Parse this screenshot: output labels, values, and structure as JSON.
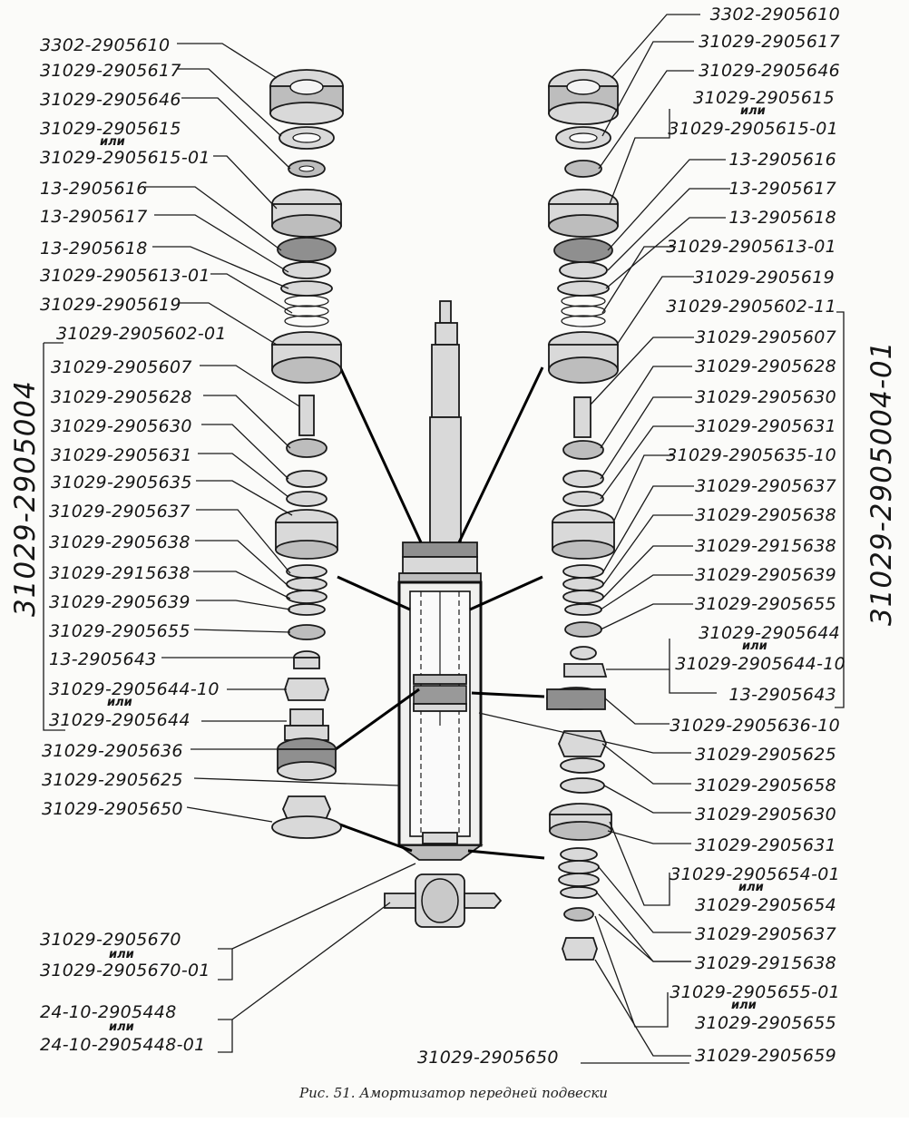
{
  "caption": "Рис. 51. Амортизатор передней подвески",
  "ili": "или",
  "assembly_left": "31029-2905004",
  "assembly_right": "31029-2905004-01",
  "left_labels": [
    "3302-2905610",
    "31029-2905617",
    "31029-2905646",
    "31029-2905615",
    "31029-2905615-01",
    "13-2905616",
    "13-2905617",
    "13-2905618",
    "31029-2905613-01",
    "31029-2905619",
    "31029-2905602-01",
    "31029-2905607",
    "31029-2905628",
    "31029-2905630",
    "31029-2905631",
    "31029-2905635",
    "31029-2905637",
    "31029-2905638",
    "31029-2915638",
    "31029-2905639",
    "31029-2905655",
    "13-2905643",
    "31029-2905644-10",
    "31029-2905644",
    "31029-2905636",
    "31029-2905625",
    "31029-2905650"
  ],
  "right_labels": [
    "3302-2905610",
    "31029-2905617",
    "31029-2905646",
    "31029-2905615",
    "31029-2905615-01",
    "13-2905616",
    "13-2905617",
    "13-2905618",
    "31029-2905613-01",
    "31029-2905619",
    "31029-2905602-11",
    "31029-2905607",
    "31029-2905628",
    "31029-2905630",
    "31029-2905631",
    "31029-2905635-10",
    "31029-2905637",
    "31029-2905638",
    "31029-2915638",
    "31029-2905639",
    "31029-2905655",
    "31029-2905644",
    "31029-2905644-10",
    "13-2905643",
    "31029-2905636-10",
    "31029-2905625",
    "31029-2905658",
    "31029-2905630",
    "31029-2905631",
    "31029-2905654-01",
    "31029-2905654",
    "31029-2905637",
    "31029-2915638",
    "31029-2905655-01",
    "31029-2905655",
    "31029-2905659"
  ],
  "bottom_left_labels": [
    "31029-2905670",
    "31029-2905670-01",
    "24-10-2905448",
    "24-10-2905448-01"
  ],
  "bottom_center_label": "31029-2905650"
}
